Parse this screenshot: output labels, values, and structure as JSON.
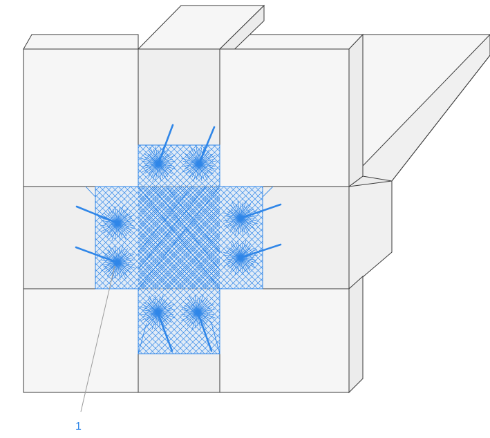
{
  "callout": {
    "label": "1"
  },
  "colors": {
    "face": "#f6f6f6",
    "column": "#efefef",
    "side": "#ececec",
    "edge": "#3a3a3a",
    "mesh": "#2f86e8",
    "mesh_light": "#a9cdf3",
    "leader": "#9a9a9a",
    "label": "#2f86e8"
  },
  "anchors": {
    "count": 8,
    "items": [
      "anchor-top-left",
      "anchor-top-right",
      "anchor-left-upper",
      "anchor-left-lower",
      "anchor-right-upper",
      "anchor-right-lower",
      "anchor-bottom-left",
      "anchor-bottom-right"
    ]
  }
}
